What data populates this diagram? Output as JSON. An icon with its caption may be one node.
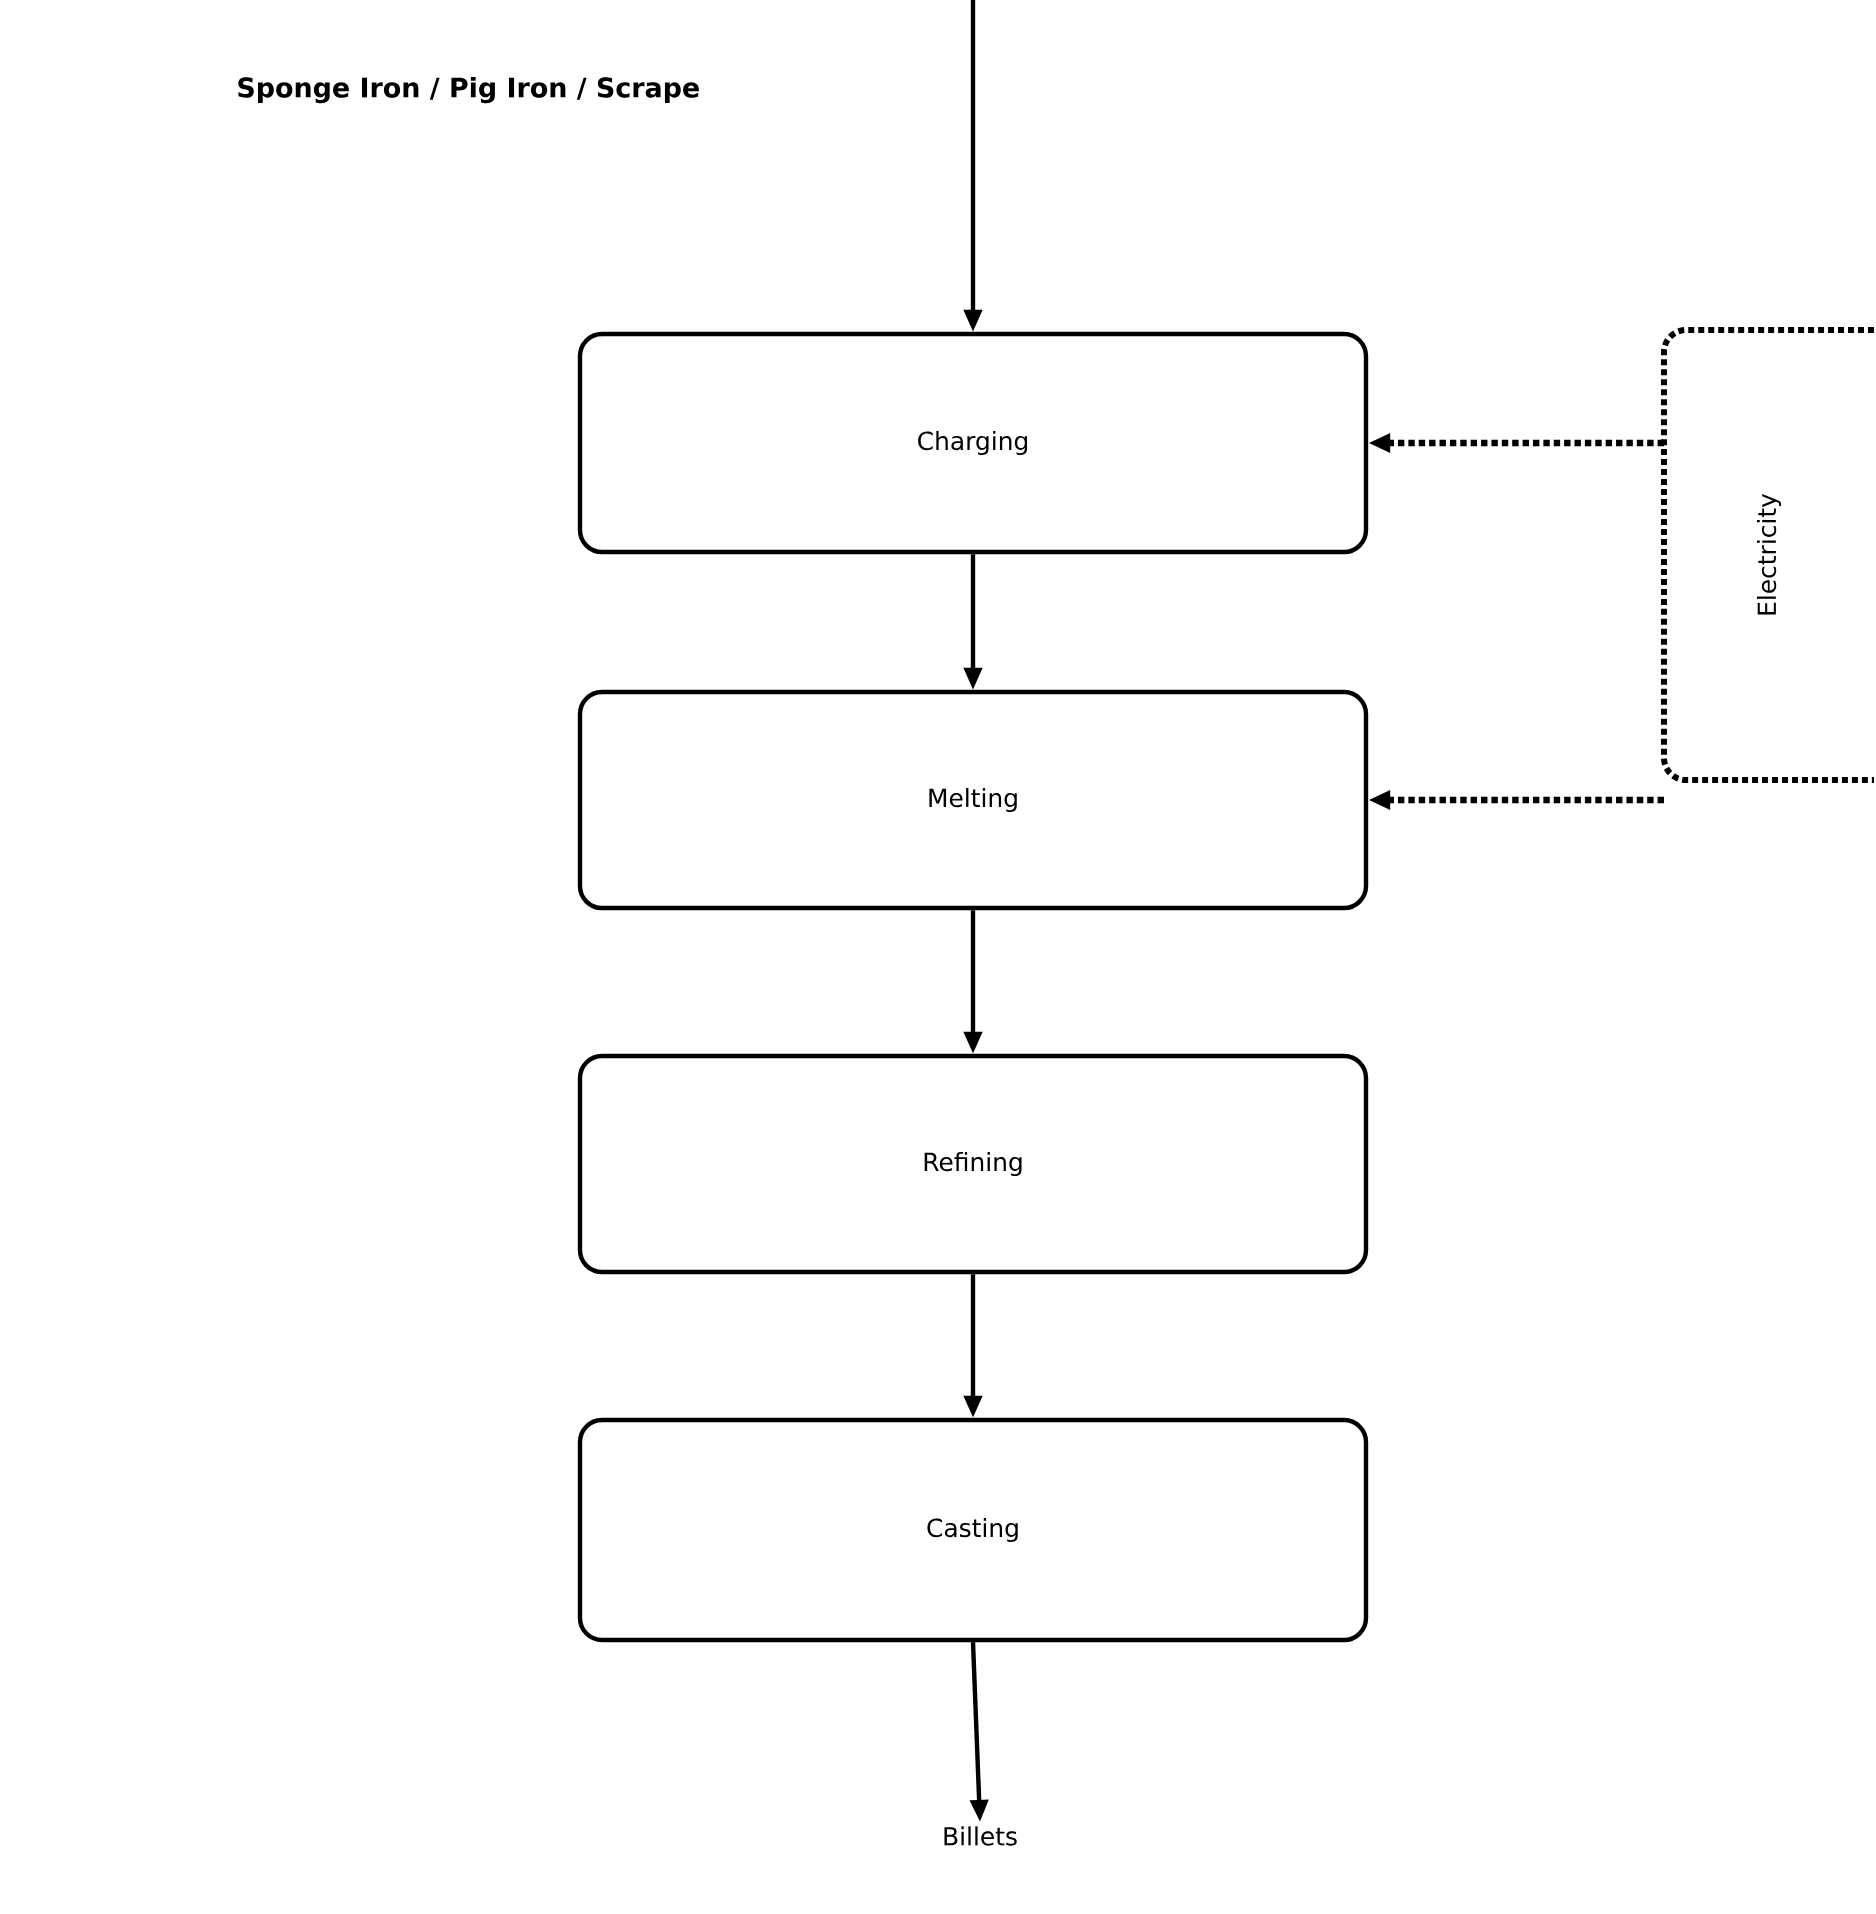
{
  "diagram": {
    "nodes": [
      {
        "text": [
          "Charging"
        ]
      },
      {
        "text": [
          "Melting"
        ]
      },
      {
        "text": [
          "Refining"
        ]
      },
      {
        "text": [
          "Casting"
        ]
      },
      {
        "text": [
          "Electricity"
        ]
      },
      {
        "text": [
          "Billets"
        ]
      }
    ],
    "edges": [
      {
        "from": null,
        "to": 0,
        "arrow": "to"
      },
      {
        "from": 0,
        "to": 1,
        "arrow": "to"
      },
      {
        "from": 1,
        "to": 2,
        "arrow": "to"
      },
      {
        "from": 2,
        "to": 3,
        "arrow": "to"
      },
      {
        "from": 3,
        "to": 5,
        "arrow": "to"
      },
      {
        "from": 4,
        "to": 0,
        "arrow": "to",
        "style": "dashed"
      },
      {
        "from": 4,
        "to": 1,
        "arrow": "to",
        "style": "dashed"
      }
    ],
    "labels": [
      "Sponge Iron / Pig Iron / Scrape"
    ]
  }
}
